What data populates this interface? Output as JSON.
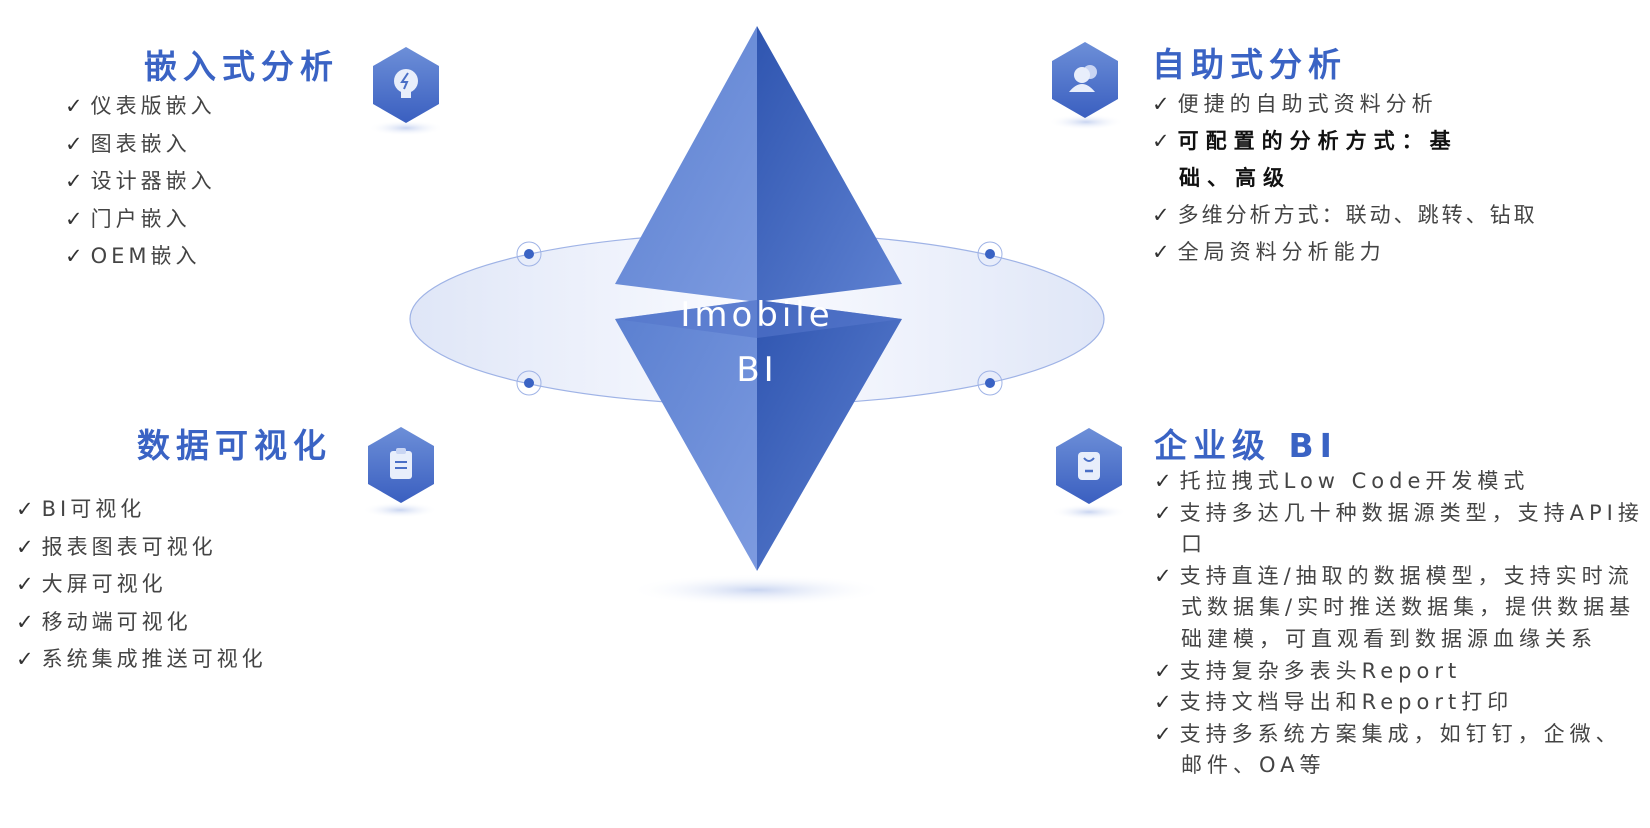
{
  "center": {
    "line1": "Imobile",
    "line2": "BI"
  },
  "colors": {
    "accent": "#3a63c4",
    "diamond": "#4a6fc6"
  },
  "sections": {
    "embedded": {
      "title": "嵌入式分析",
      "icon": "lightbulb-icon",
      "items": [
        "仪表版嵌入",
        "图表嵌入",
        "设计器嵌入",
        "门户嵌入",
        "OEM嵌入"
      ]
    },
    "self_service": {
      "title": "自助式分析",
      "icon": "users-icon",
      "items": [
        "便捷的自助式资料分析",
        "可配置的分析方式：基础、高级",
        "多维分析方式：联动、跳转、钻取",
        "全局资料分析能力"
      ]
    },
    "visualization": {
      "title": "数据可视化",
      "icon": "clipboard-icon",
      "items": [
        "BI可视化",
        "报表图表可视化",
        "大屏可视化",
        "移动端可视化",
        "系统集成推送可视化"
      ]
    },
    "enterprise": {
      "title": "企业级 BI",
      "icon": "badge-icon",
      "items": [
        "托拉拽式Low Code开发模式",
        "支持多达几十种数据源类型，支持API接口",
        "支持直连/抽取的数据模型，支持实时流式数据集/实时推送数据集，提供数据基础建模，可直观看到数据源血缘关系",
        "支持复杂多表头Report",
        "支持文档导出和Report打印",
        "支持多系统方案集成，如钉钉，企微、邮件、OA等"
      ]
    }
  },
  "check": "✓"
}
